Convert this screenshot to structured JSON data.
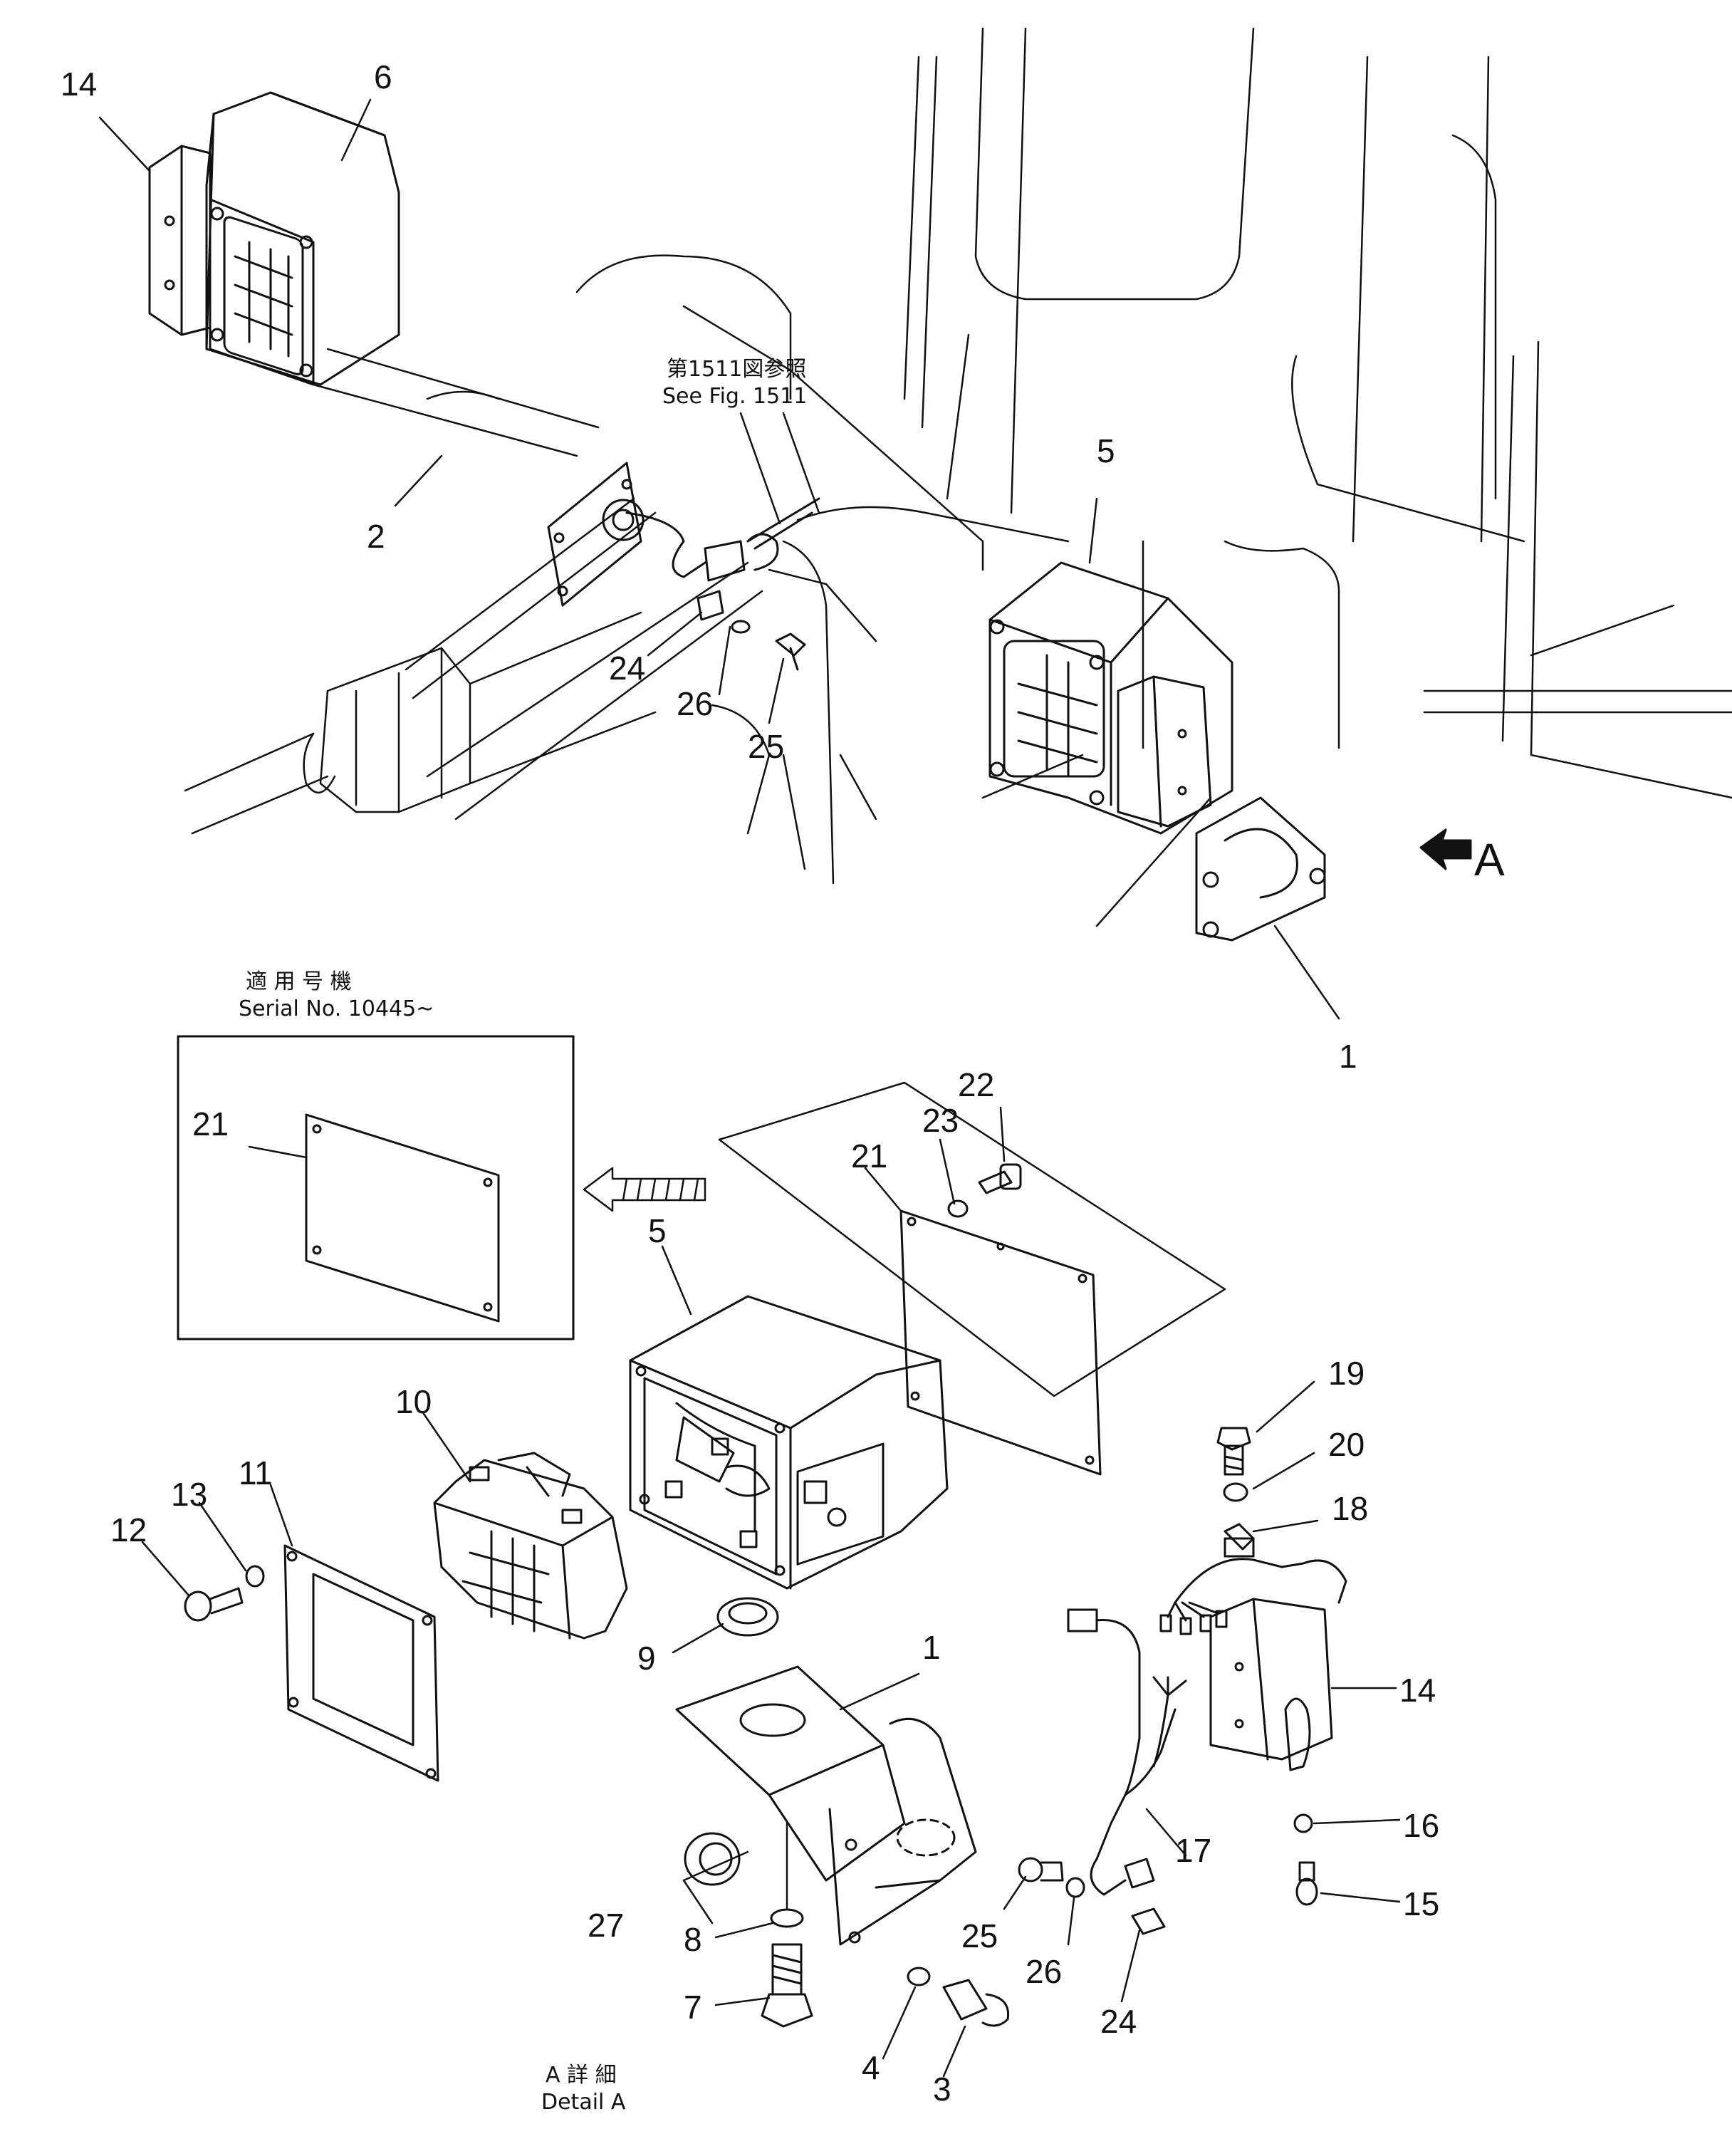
{
  "notes": {
    "see_fig_jp": "第1511図参照",
    "see_fig_en": "See Fig. 1511",
    "serial_jp": "適 用 号 機",
    "serial_en": "Serial No. 10445~",
    "detail_jp": "A 詳 細",
    "detail_en": "Detail A",
    "view_letter": "A"
  },
  "callouts": {
    "top": {
      "c14": "14",
      "c6": "6",
      "c2": "2",
      "c5": "5",
      "c24": "24",
      "c26": "26",
      "c25": "25",
      "c1": "1"
    },
    "detail": {
      "c21_inset": "21",
      "c21": "21",
      "c22": "22",
      "c23": "23",
      "c5": "5",
      "c10": "10",
      "c11": "11",
      "c13": "13",
      "c12": "12",
      "c9": "9",
      "c19": "19",
      "c20": "20",
      "c18": "18",
      "c14": "14",
      "c1": "1",
      "c17": "17",
      "c16": "16",
      "c15": "15",
      "c27": "27",
      "c8": "8",
      "c7": "7",
      "c25": "25",
      "c26": "26",
      "c24": "24",
      "c4": "4",
      "c3": "3"
    }
  },
  "colors": {
    "ink": "#111111",
    "paper": "#ffffff"
  }
}
